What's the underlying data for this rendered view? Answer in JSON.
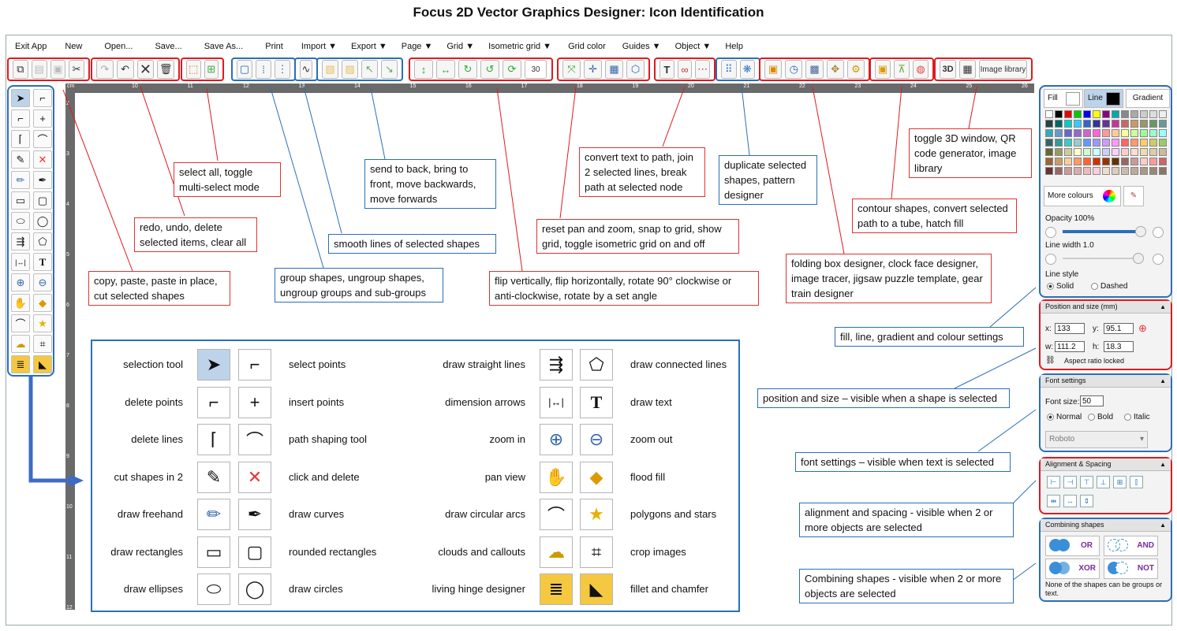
{
  "title": "Focus 2D Vector Graphics Designer: Icon Identification",
  "menu": [
    "Exit App",
    "New",
    "Open...",
    "Save...",
    "Save As...",
    "Print",
    "Import ▼",
    "Export ▼",
    "Page ▼",
    "Grid ▼",
    "Isometric grid ▼",
    "Grid color",
    "Guides ▼",
    "Object ▼",
    "Help"
  ],
  "toolbar": {
    "angle_value": "30",
    "btn_3d": "3D",
    "image_library": "Image library"
  },
  "ruler": {
    "unit": "cm",
    "top_ticks": [
      "10",
      "11",
      "12",
      "13",
      "14",
      "15",
      "16",
      "17",
      "18",
      "19",
      "20",
      "21",
      "22",
      "23",
      "24",
      "25",
      "26"
    ],
    "left_ticks": [
      "2",
      "3",
      "4",
      "5",
      "6",
      "7",
      "8",
      "9",
      "10",
      "11",
      "12"
    ]
  },
  "callouts": {
    "copy": "copy, paste, paste in place, cut selected shapes",
    "redo": "redo, undo, delete selected items, clear all",
    "select": "select all, toggle multi-select mode",
    "group": "group shapes, ungroup shapes, ungroup groups and sub-groups",
    "smooth": "smooth lines of selected shapes",
    "send": "send to back, bring to front, move backwards, move forwards",
    "flip": "flip vertically, flip horizontally, rotate 90° clockwise or anti-clockwise, rotate by a set angle",
    "reset": "reset pan and zoom, snap to grid, show grid, toggle isometric grid on and off",
    "convert": "convert text to path, join 2 selected lines, break path at selected node",
    "duplicate": "duplicate selected shapes, pattern designer",
    "folding": "folding box designer, clock face designer, image tracer, jigsaw puzzle template, gear train designer",
    "contour": "contour shapes, convert selected path to a tube, hatch fill",
    "toggle3d": "toggle 3D window, QR code generator, image library",
    "fill": "fill, line, gradient and colour settings",
    "position": "position and size – visible when a shape is selected",
    "font": "font settings – visible when text is selected",
    "alignment": "alignment and spacing - visible when 2 or more objects are selected",
    "combining": "Combining shapes - visible when 2 or more objects are selected"
  },
  "legend": [
    {
      "label": "selection tool",
      "icon": "arrow-icon"
    },
    {
      "label": "select points",
      "icon": "select-points-icon"
    },
    {
      "label": "delete points",
      "icon": "delete-points-icon"
    },
    {
      "label": "insert points",
      "icon": "insert-points-icon"
    },
    {
      "label": "delete lines",
      "icon": "delete-lines-icon"
    },
    {
      "label": "path shaping tool",
      "icon": "path-shaping-icon"
    },
    {
      "label": "cut shapes in 2",
      "icon": "knife-icon"
    },
    {
      "label": "click and delete",
      "icon": "x-icon"
    },
    {
      "label": "draw freehand",
      "icon": "pencil-icon"
    },
    {
      "label": "draw curves",
      "icon": "pen-nib-icon"
    },
    {
      "label": "draw rectangles",
      "icon": "rectangle-icon"
    },
    {
      "label": "rounded rectangles",
      "icon": "rounded-rectangle-icon"
    },
    {
      "label": "draw ellipses",
      "icon": "ellipse-icon"
    },
    {
      "label": "draw circles",
      "icon": "circle-icon"
    },
    {
      "label": "draw straight lines",
      "icon": "straight-lines-icon"
    },
    {
      "label": "draw connected lines",
      "icon": "connected-lines-icon"
    },
    {
      "label": "dimension arrows",
      "icon": "dimension-icon"
    },
    {
      "label": "draw text",
      "icon": "text-icon"
    },
    {
      "label": "zoom in",
      "icon": "zoom-in-icon"
    },
    {
      "label": "zoom out",
      "icon": "zoom-out-icon"
    },
    {
      "label": "pan view",
      "icon": "hand-icon"
    },
    {
      "label": "flood fill",
      "icon": "bucket-icon"
    },
    {
      "label": "draw circular arcs",
      "icon": "arc-icon"
    },
    {
      "label": "polygons and stars",
      "icon": "star-icon"
    },
    {
      "label": "clouds and callouts",
      "icon": "callout-icon"
    },
    {
      "label": "crop images",
      "icon": "crop-icon"
    },
    {
      "label": "living hinge designer",
      "icon": "hinge-icon"
    },
    {
      "label": "fillet and chamfer",
      "icon": "fillet-icon"
    }
  ],
  "fill_panel": {
    "fill": "Fill",
    "line": "Line",
    "gradient": "Gradient",
    "more_colours": "More colours",
    "opacity": "Opacity 100%",
    "line_width": "Line width 1.0",
    "line_style": "Line style",
    "solid": "Solid",
    "dashed": "Dashed"
  },
  "position_panel": {
    "title": "Position and size (mm)",
    "x_label": "x:",
    "x": "133",
    "y_label": "y:",
    "y": "95.1",
    "w_label": "w:",
    "w": "111.2",
    "h_label": "h:",
    "h": "18.3",
    "aspect": "Aspect ratio locked"
  },
  "font_panel": {
    "title": "Font settings",
    "size_label": "Font size:",
    "size": "50",
    "normal": "Normal",
    "bold": "Bold",
    "italic": "Italic",
    "font": "Roboto"
  },
  "align_panel": {
    "title": "Alignment & Spacing"
  },
  "combine_panel": {
    "title": "Combining shapes",
    "or": "OR",
    "and": "AND",
    "xor": "XOR",
    "not": "NOT",
    "note": "None of the shapes can be groups or text."
  },
  "colors": {
    "accent_red": "#e0191f",
    "accent_blue": "#2a6fb8"
  }
}
